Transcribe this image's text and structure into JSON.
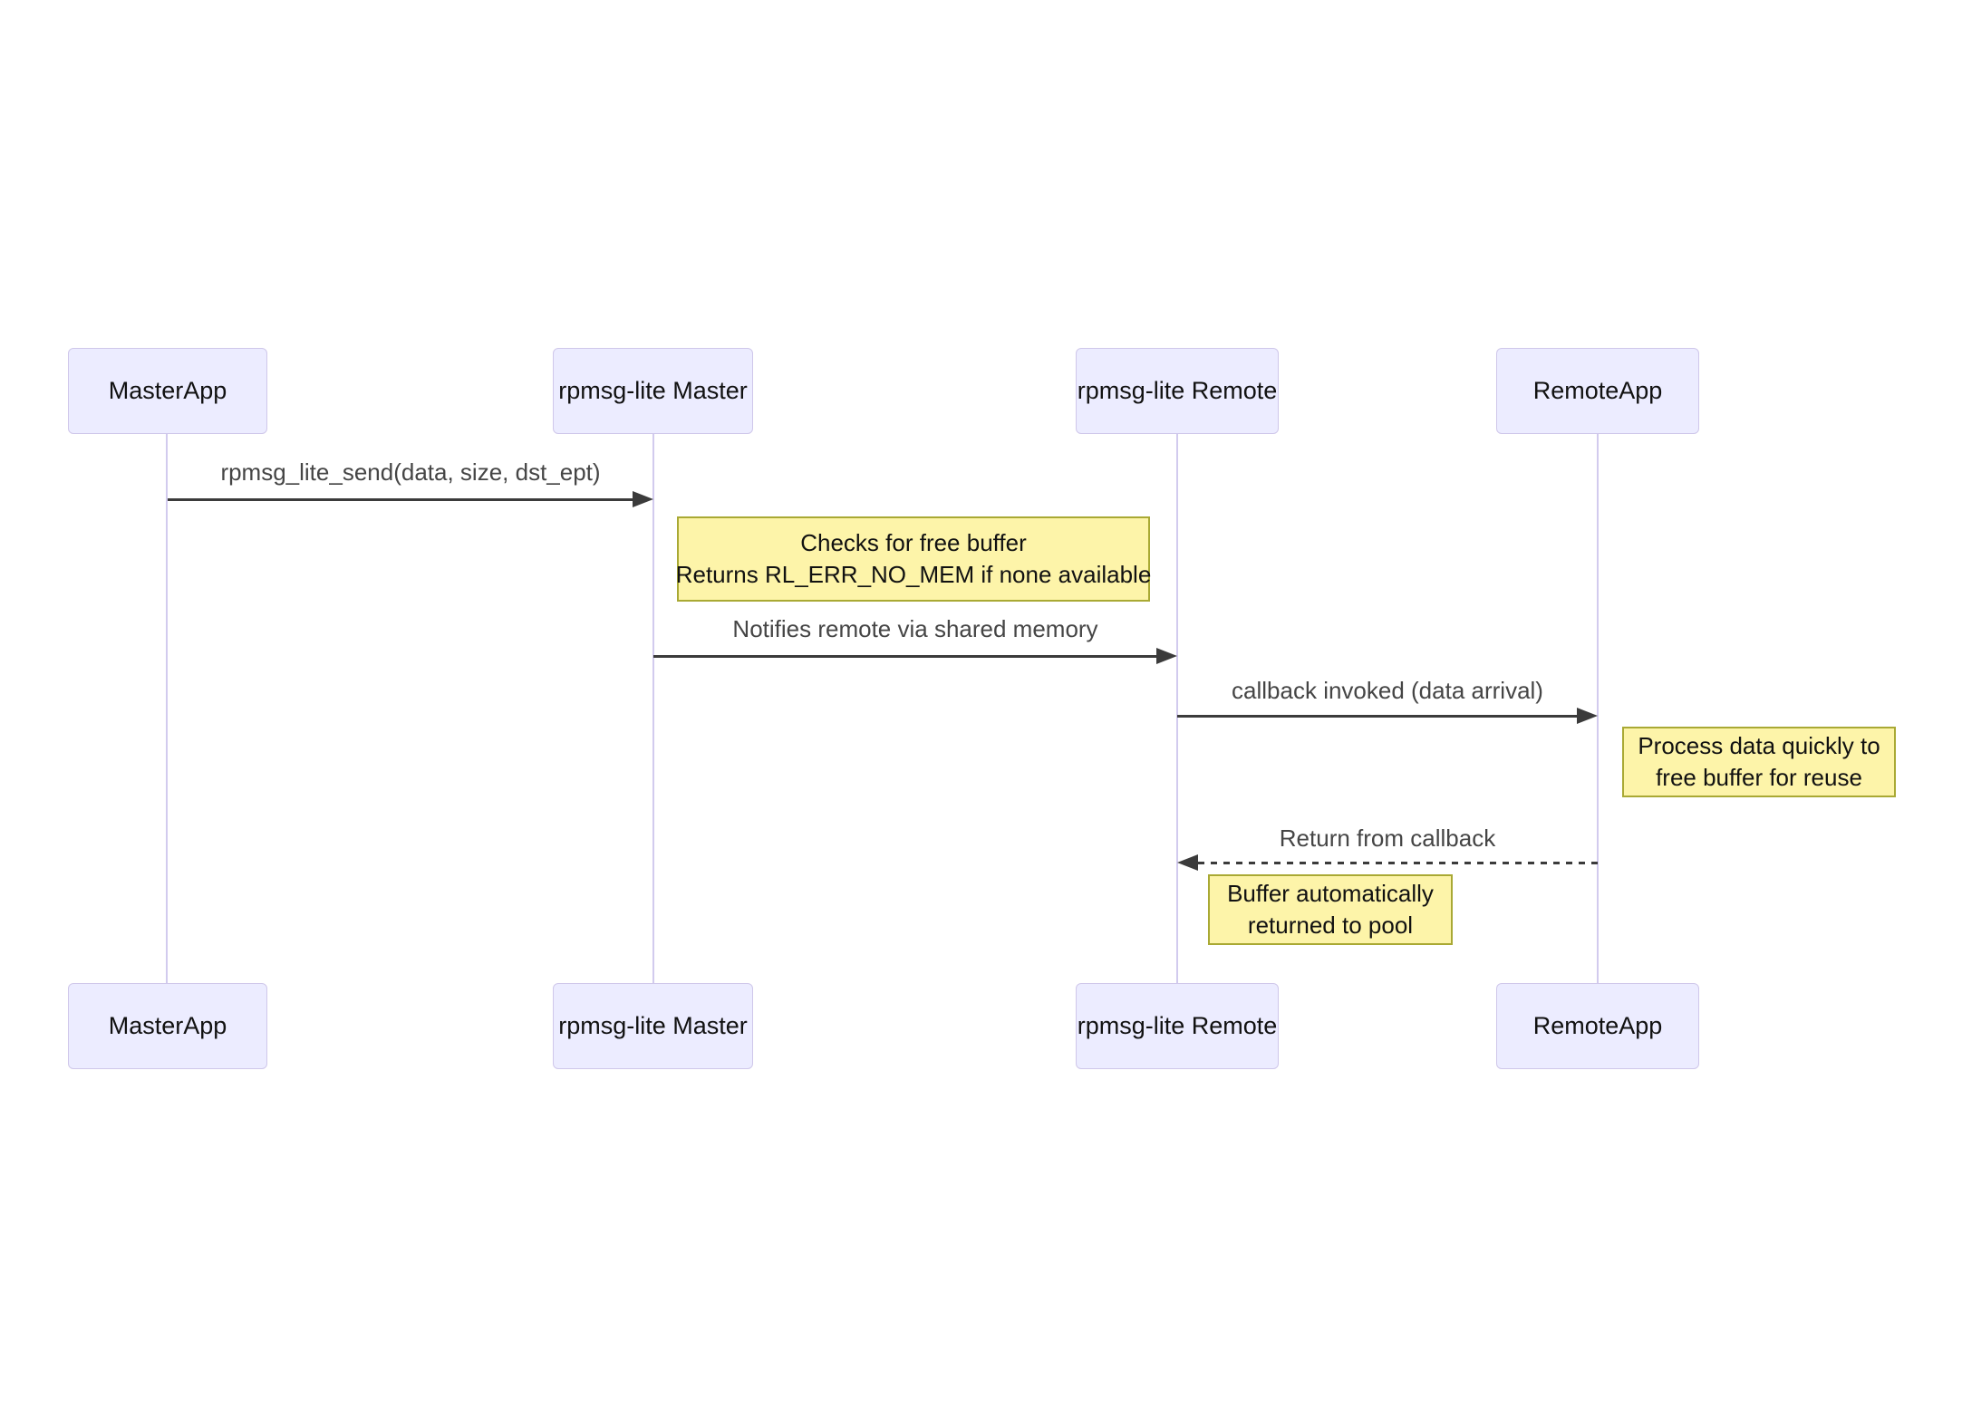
{
  "diagram": {
    "type": "sequence-diagram",
    "background_color": "#ffffff",
    "actor_fill_color": "#ececff",
    "actor_border_color": "#cfc7ea",
    "lifeline_color": "#d2cbee",
    "arrow_color": "#3b3b3b",
    "note_fill_color": "#fdf4a9",
    "note_border_color": "#a9a934",
    "actors": [
      {
        "label": "MasterApp"
      },
      {
        "label": "rpmsg-lite Master"
      },
      {
        "label": "rpmsg-lite Remote"
      },
      {
        "label": "RemoteApp"
      }
    ],
    "messages": [
      {
        "label": "rpmsg_lite_send(data, size, dst_ept)",
        "from": "MasterApp",
        "to": "rpmsg-lite Master",
        "style": "solid"
      },
      {
        "label": "Notifies remote via shared memory",
        "from": "rpmsg-lite Master",
        "to": "rpmsg-lite Remote",
        "style": "solid"
      },
      {
        "label": "callback invoked (data arrival)",
        "from": "rpmsg-lite Remote",
        "to": "RemoteApp",
        "style": "solid"
      },
      {
        "label": "Return from callback",
        "from": "RemoteApp",
        "to": "rpmsg-lite Remote",
        "style": "dashed"
      }
    ],
    "notes": [
      {
        "line1": "Checks for free buffer",
        "line2": "Returns RL_ERR_NO_MEM if none available"
      },
      {
        "line1": "Process data quickly to",
        "line2": "free buffer for reuse"
      },
      {
        "line1": "Buffer automatically",
        "line2": "returned to pool"
      }
    ]
  }
}
